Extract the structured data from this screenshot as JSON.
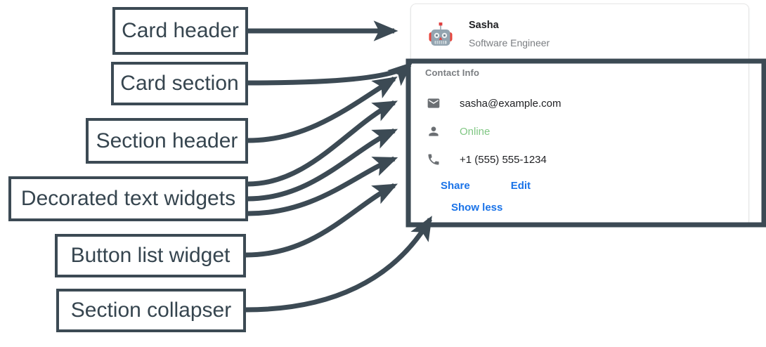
{
  "annotations": [
    {
      "label": "Card header",
      "name": "annotation-card-header"
    },
    {
      "label": "Card section",
      "name": "annotation-card-section"
    },
    {
      "label": "Section header",
      "name": "annotation-section-header"
    },
    {
      "label": "Decorated text widgets",
      "name": "annotation-decorated-text-widgets"
    },
    {
      "label": "Button list widget",
      "name": "annotation-button-list-widget"
    },
    {
      "label": "Section collapser",
      "name": "annotation-section-collapser"
    }
  ],
  "card": {
    "header": {
      "avatar_icon": "robot-avatar-icon",
      "title": "Sasha",
      "subtitle": "Software Engineer"
    },
    "section": {
      "header": "Contact Info",
      "rows": [
        {
          "icon": "mail-icon",
          "text": "sasha@example.com",
          "style": "default"
        },
        {
          "icon": "person-icon",
          "text": "Online",
          "style": "status"
        },
        {
          "icon": "phone-icon",
          "text": "+1 (555) 555-1234",
          "style": "default"
        }
      ],
      "buttons": [
        {
          "label": "Share",
          "name": "share-button"
        },
        {
          "label": "Edit",
          "name": "edit-button"
        }
      ],
      "collapser": {
        "label": "Show less",
        "name": "show-less-button"
      }
    }
  },
  "colors": {
    "annotation_stroke": "#3c4a54",
    "link_blue": "#1a73e8",
    "status_green": "#81c784",
    "muted_text": "#7a7d81",
    "primary_text": "#202124",
    "card_border": "#e6e6e6"
  }
}
